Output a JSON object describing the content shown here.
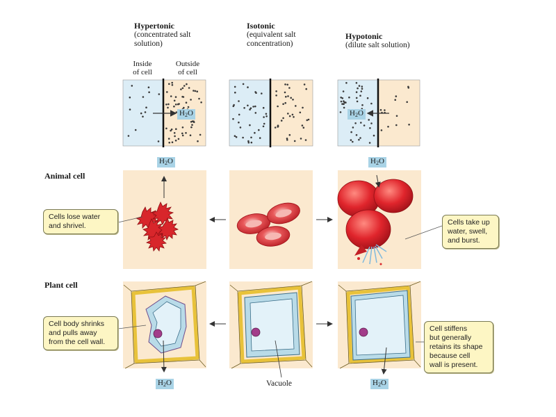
{
  "columns": {
    "hypertonic": {
      "title": "Hypertonic",
      "sub1": "(concentrated salt",
      "sub2": "solution)"
    },
    "isotonic": {
      "title": "Isotonic",
      "sub1": "(equivalent salt",
      "sub2": "concentration)"
    },
    "hypotonic": {
      "title": "Hypotonic",
      "sub1": "(dilute salt solution)"
    }
  },
  "inside_label": {
    "line1": "Inside",
    "line2": "of cell"
  },
  "outside_label": {
    "line1": "Outside",
    "line2": "of cell"
  },
  "water": {
    "base": "H",
    "sub": "2",
    "tail": "O"
  },
  "rows": {
    "animal": "Animal cell",
    "plant": "Plant cell"
  },
  "callouts": {
    "animal_hyper": [
      "Cells lose water",
      "and shrivel."
    ],
    "animal_hypo": [
      "Cells take up",
      "water, swell,",
      "and burst."
    ],
    "plant_hyper": [
      "Cell body shrinks",
      "and pulls away",
      "from the cell wall."
    ],
    "plant_hypo": [
      "Cell stiffens",
      "but generally",
      "retains its shape",
      "because cell",
      "wall is present."
    ]
  },
  "vacuole_label": "Vacuole",
  "colors": {
    "inside_fill": "#dcedf6",
    "outside_fill": "#fbe9cf",
    "panel_fill": "#fbe9cf",
    "red_cell": "#d8262b",
    "cell_wall": "#f2d24a",
    "cytoplasm": "#b9dbe8",
    "vacuole": "#e3f2f9",
    "nucleus": "#a23c8a",
    "callout_fill": "#fdf6c4",
    "water_tag": "#a9d3e6"
  },
  "icons": [
    "arrow-right-icon",
    "arrow-left-icon",
    "arrow-up-icon",
    "arrow-down-icon"
  ]
}
